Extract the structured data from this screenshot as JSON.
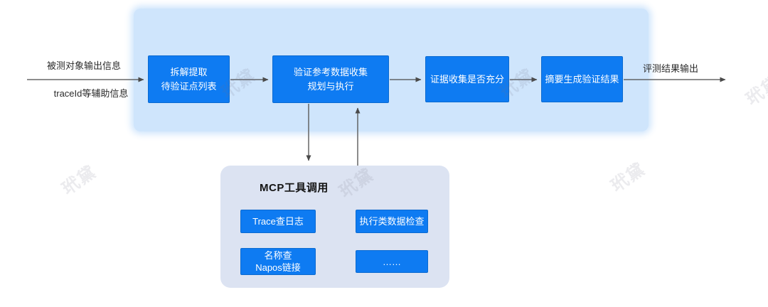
{
  "colors": {
    "node_blue": "#0e7bf2",
    "node_border_blue": "#0b6ad0",
    "stage_container_bg": "#cfe5fc",
    "mcp_container_bg": "#dce3f2",
    "arrow": "#4a4a4a",
    "label_text": "#2b2b2b",
    "node_text": "#ffffff"
  },
  "flow": {
    "input_labels": {
      "top": "被测对象输出信息",
      "bottom": "traceId等辅助信息"
    },
    "steps": [
      {
        "label": "拆解提取\n待验证点列表"
      },
      {
        "label": "验证参考数据收集\n规划与执行"
      },
      {
        "label": "证据收集是否充分"
      },
      {
        "label": "摘要生成验证结果"
      }
    ],
    "output_label": "评测结果输出"
  },
  "mcp": {
    "title": "MCP工具调用",
    "tools": [
      {
        "label": "Trace查日志"
      },
      {
        "label": "执行类数据检查"
      },
      {
        "label": "名称查\nNapos链接"
      },
      {
        "label": "……"
      }
    ]
  },
  "watermark": {
    "text": "玳黛"
  }
}
